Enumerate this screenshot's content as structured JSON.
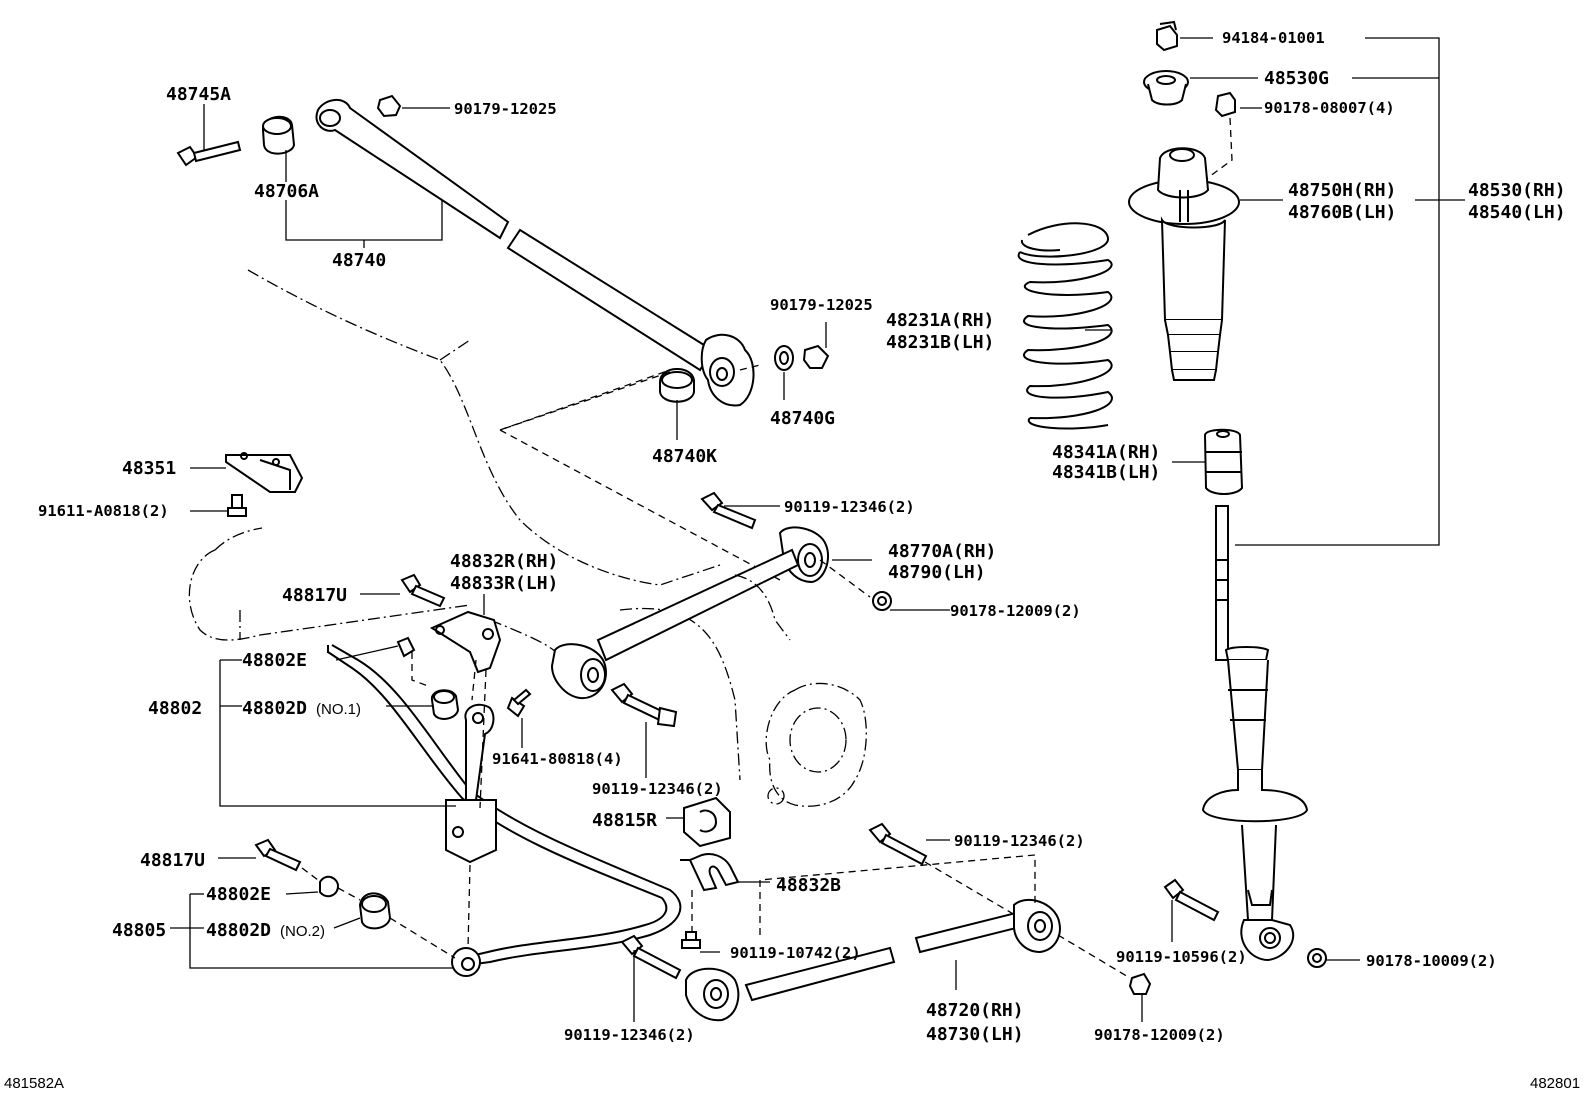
{
  "labels": {
    "l_94184": "94184-01001",
    "l_48530g": "48530G",
    "l_90178_08007": "90178-08007(4)",
    "l_48750h": "48750H(RH)",
    "l_48760b": "48760B(LH)",
    "l_48530": "48530(RH)",
    "l_48540": "48540(LH)",
    "l_48745a": "48745A",
    "l_90179_top": "90179-12025",
    "l_48706a": "48706A",
    "l_48740": "48740",
    "l_90179_mid": "90179-12025",
    "l_48231a": "48231A(RH)",
    "l_48231b": "48231B(LH)",
    "l_48740g": "48740G",
    "l_48740k": "48740K",
    "l_48341a": "48341A(RH)",
    "l_48341b": "48341B(LH)",
    "l_48351": "48351",
    "l_91611": "91611-A0818(2)",
    "l_90119_a": "90119-12346(2)",
    "l_48770a": "48770A(RH)",
    "l_48790": "48790(LH)",
    "l_48832r": "48832R(RH)",
    "l_48833r": "48833R(LH)",
    "l_48817u_a": "48817U",
    "l_90178_12009_a": "90178-12009(2)",
    "l_48802e_a": "48802E",
    "l_48802": "48802",
    "l_48802d_a": "48802D",
    "l_no1": "(NO.1)",
    "l_91641": "91641-80818(4)",
    "l_90119_b": "90119-12346(2)",
    "l_48815r": "48815R",
    "l_90119_c": "90119-12346(2)",
    "l_48817u_b": "48817U",
    "l_48832b": "48832B",
    "l_48802e_b": "48802E",
    "l_48805": "48805",
    "l_48802d_b": "48802D",
    "l_no2": "(NO.2)",
    "l_90119_10742": "90119-10742(2)",
    "l_90119_10596": "90119-10596(2)",
    "l_90178_10009": "90178-10009(2)",
    "l_48720": "48720(RH)",
    "l_48730": "48730(LH)",
    "l_90119_d": "90119-12346(2)",
    "l_90178_12009_b": "90178-12009(2)",
    "l_code_left": "481582A",
    "l_code_right": "482801"
  }
}
